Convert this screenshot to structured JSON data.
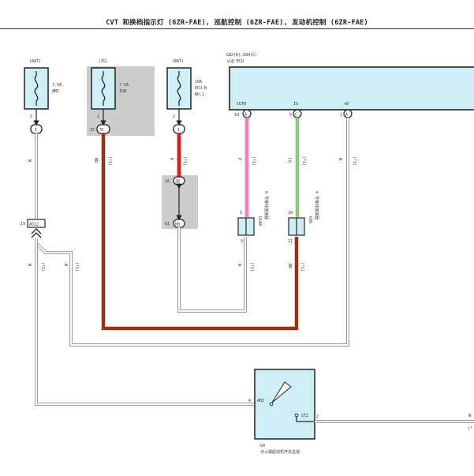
{
  "title": "CVT 和换档指示灯 (6ZR-FAE), 巡航控制 (6ZR-FAE), 发动机控制 (6ZR-FAE)",
  "colors": {
    "fill_box": "#cdeef4",
    "gray_area": "#cccccc",
    "wire_w": "#9a9a9a",
    "wire_br": "#9a3210",
    "wire_r": "#ee1111",
    "wire_p": "#ff77bb",
    "wire_lg": "#88cc77",
    "line": "#222222"
  },
  "fuses": [
    {
      "source": "(BAT)",
      "rating": "7.5A",
      "name": "AM2",
      "pin": "2",
      "connector": "1"
    },
    {
      "source": "(IG)",
      "rating": "7.5A",
      "name": "IGN",
      "pin": "2",
      "pin_left": "37",
      "connector": "3C"
    },
    {
      "source": "(BAT)",
      "rating": "10A",
      "name": "ECU-B",
      "name2": "NO.1",
      "pin": "2",
      "connector": "1"
    }
  ],
  "ecu": {
    "code": "G82(A),G84(C)",
    "name": "认证 ECU",
    "pins": [
      {
        "label": "CUTB",
        "num": "10",
        "conn": "A"
      },
      {
        "label": "IG",
        "num": "5",
        "conn": "C"
      },
      {
        "label": "+B",
        "num": "2",
        "conn": "A"
      }
    ]
  },
  "wires": {
    "w1": "W",
    "br": "BR",
    "br_note": "(*1)",
    "r": "R",
    "r_note": "(*1)",
    "p": "P",
    "p_note": "(*1)",
    "lg": "LG",
    "lg_note": "(*1)",
    "w_right": "W",
    "w_right_note": "(*1)",
    "w_after_ag": "W",
    "w_after_ag_note": "(*2)",
    "w_branch": "W",
    "w_branch_note": "(*1)",
    "w_g100": "W",
    "w_g100_note": "(*1)",
    "br_g96": "BR",
    "br_g96_note": "(*1)",
    "w_st2": "W",
    "w_st2_note": "(*"
  },
  "joint": {
    "top_pin": "16",
    "top_conn": "3B",
    "bot_pin": "61",
    "bot_conn": "H0"
  },
  "junction_ag12": {
    "pin": "19",
    "conn": "AG12"
  },
  "g100": {
    "top": "3",
    "bottom": "9",
    "name": "G100",
    "desc": "6 号接线连接器"
  },
  "g96": {
    "top": "10",
    "bottom": "11",
    "name": "G96",
    "desc": "4 号接线连接器"
  },
  "switch": {
    "am2_pin": "4",
    "am2_label": "AM2",
    "st2_label": "ST2",
    "st2_pin": "2",
    "code": "G4",
    "name": "点火或起动机开关总成"
  }
}
